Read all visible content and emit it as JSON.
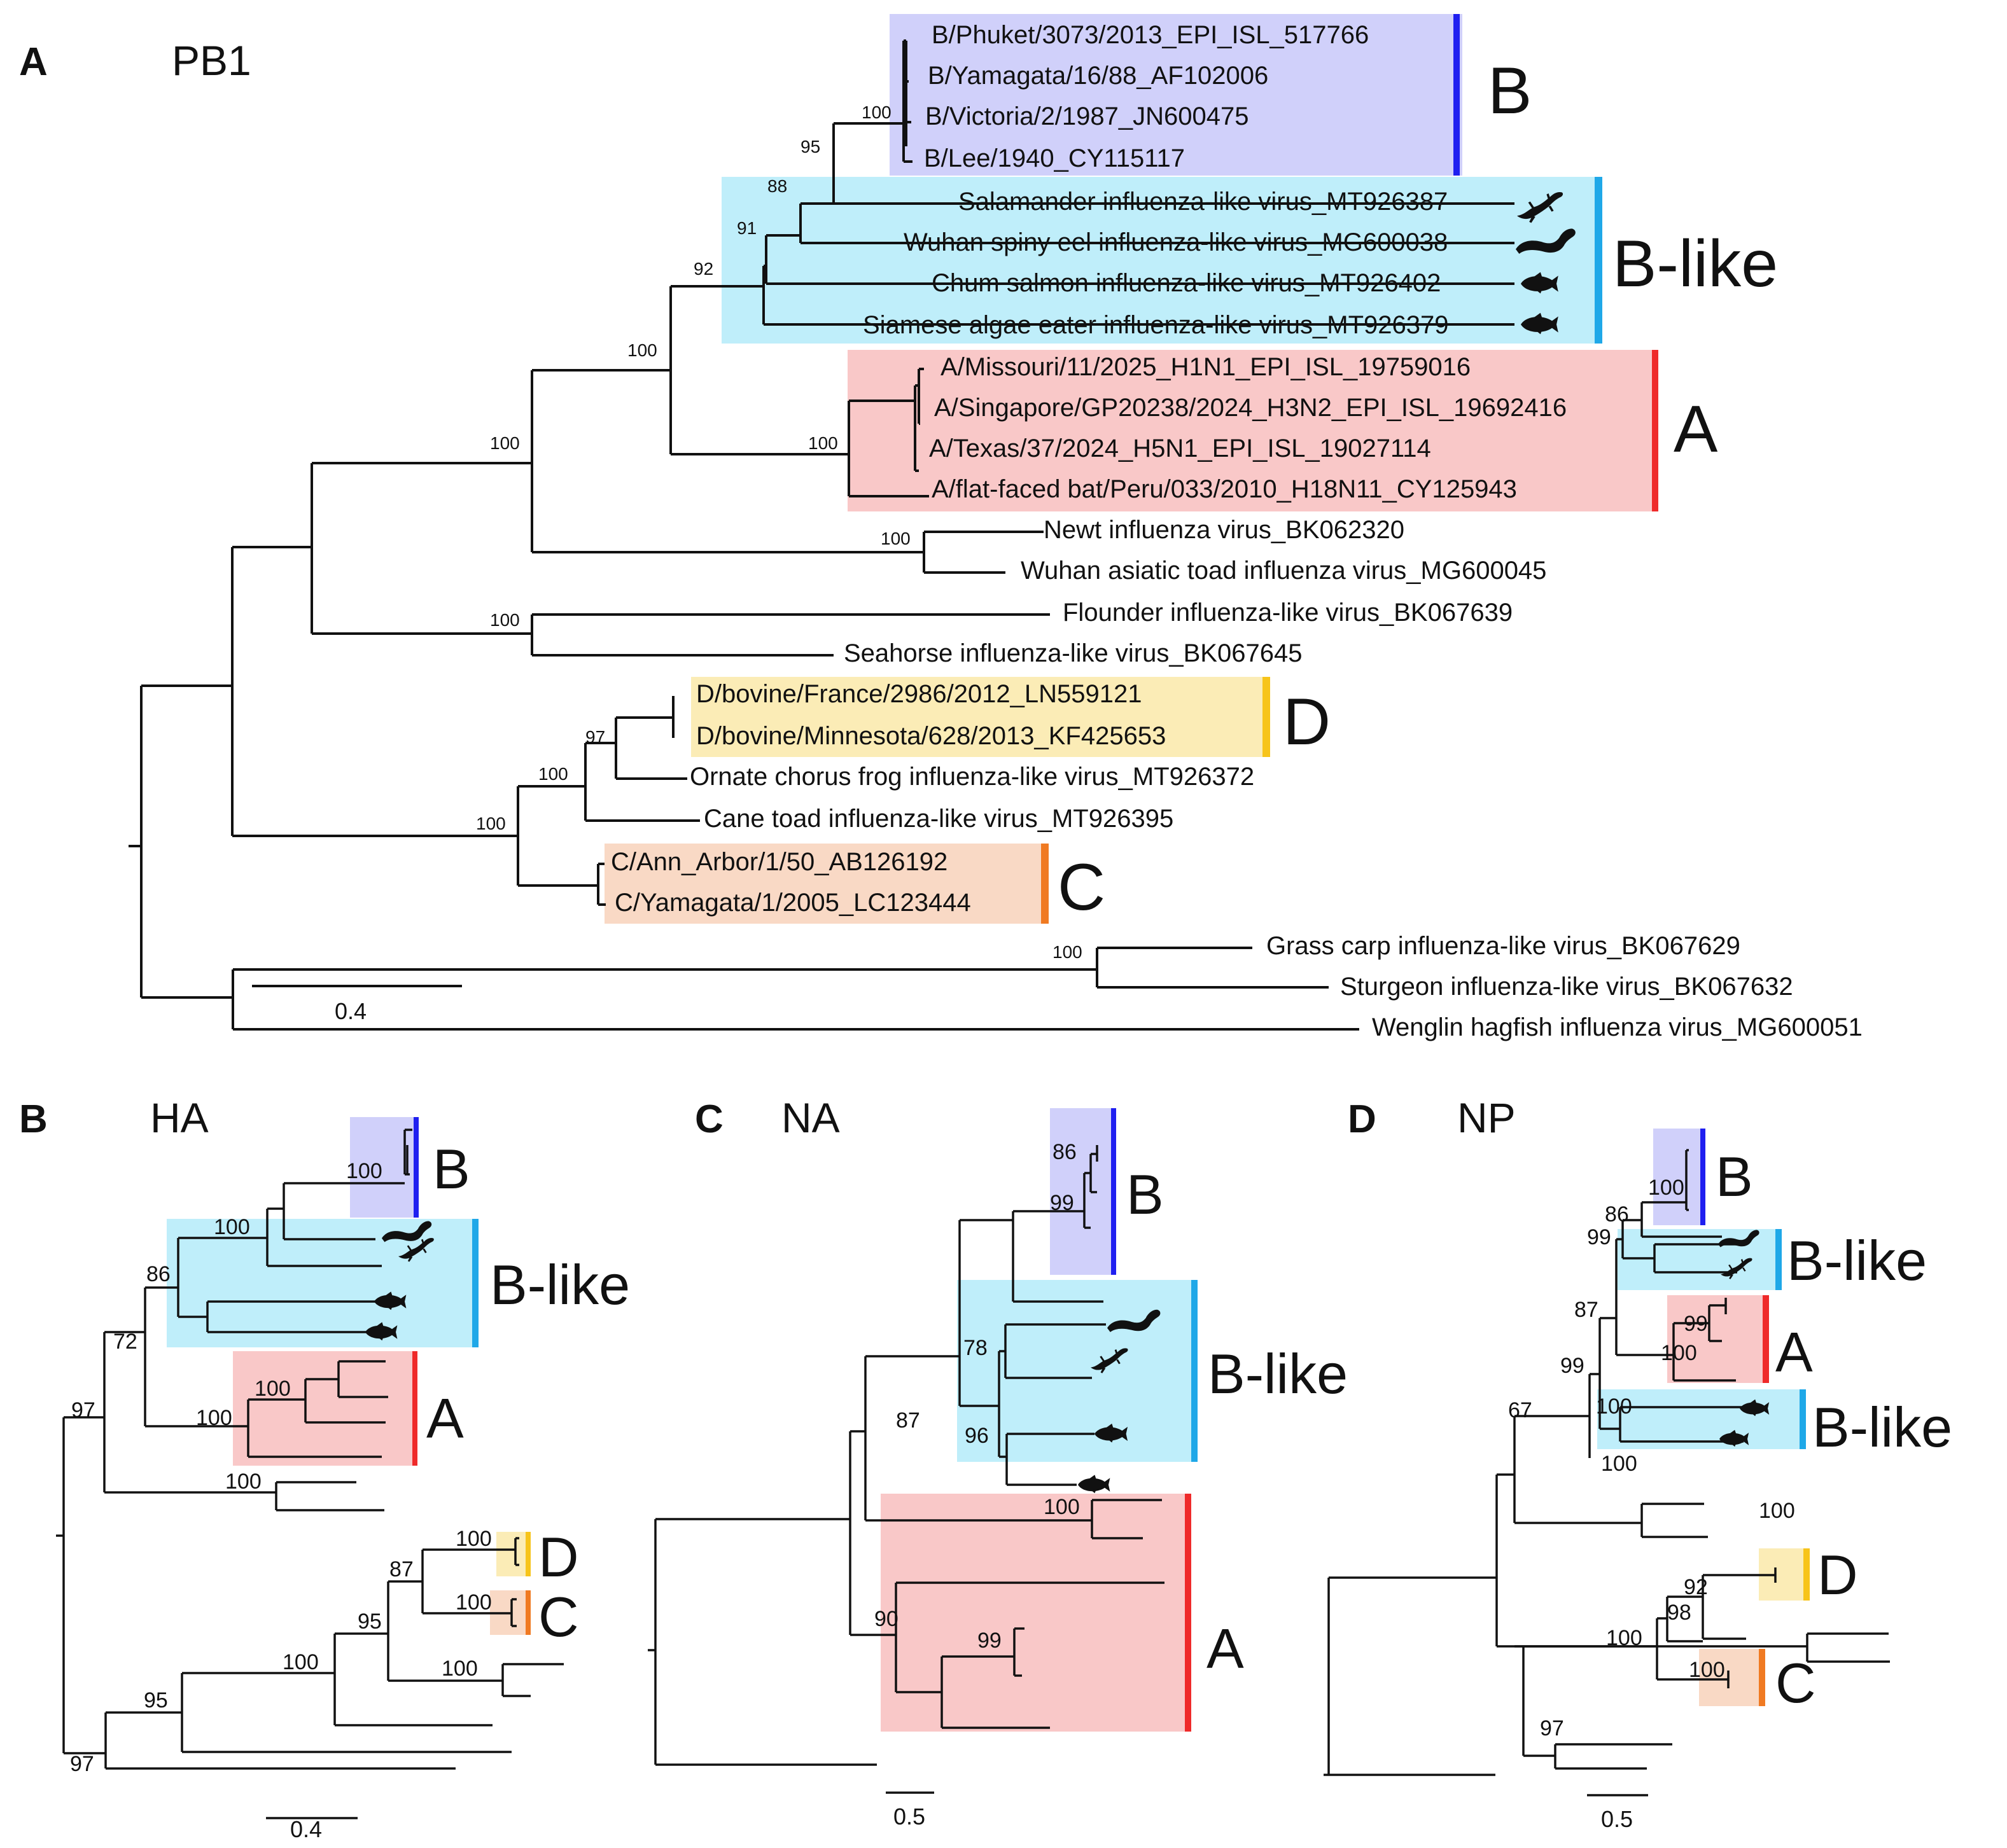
{
  "colors": {
    "B": {
      "fill": "#d0d0fa",
      "bar": "#1f1ff0"
    },
    "B-like": {
      "fill": "#bfeefa",
      "bar": "#1fa8e8"
    },
    "A": {
      "fill": "#f9c8c8",
      "bar": "#ef2a2a"
    },
    "D": {
      "fill": "#fbecb6",
      "bar": "#f7c41a"
    },
    "C": {
      "fill": "#f9d9c5",
      "bar": "#f07a22"
    }
  },
  "panels": {
    "A": {
      "letter": "A",
      "gene": "PB1",
      "scale": "0.4",
      "taxa": {
        "phuket": "B/Phuket/3073/2013_EPI_ISL_517766",
        "yamagata_b": "B/Yamagata/16/88_AF102006",
        "victoria": "B/Victoria/2/1987_JN600475",
        "lee": "B/Lee/1940_CY115117",
        "salamander": "Salamander influenza-like virus_MT926387",
        "eel": "Wuhan spiny eel influenza-like virus_MG600038",
        "salmon": "Chum salmon influenza-like virus_MT926402",
        "algae": "Siamese algae eater influenza-like virus_MT926379",
        "missouri": "A/Missouri/11/2025_H1N1_EPI_ISL_19759016",
        "singapore": "A/Singapore/GP20238/2024_H3N2_EPI_ISL_19692416",
        "texas": "A/Texas/37/2024_H5N1_EPI_ISL_19027114",
        "bat": "A/flat-faced bat/Peru/033/2010_H18N11_CY125943",
        "newt": "Newt influenza virus_BK062320",
        "toad": "Wuhan asiatic toad influenza virus_MG600045",
        "flounder": "Flounder influenza-like virus_BK067639",
        "seahorse": "Seahorse influenza-like virus_BK067645",
        "d_france": "D/bovine/France/2986/2012_LN559121",
        "d_minnesota": "D/bovine/Minnesota/628/2013_KF425653",
        "chorus": "Ornate chorus frog influenza-like virus_MT926372",
        "cane": "Cane toad influenza-like virus_MT926395",
        "c_ann": "C/Ann_Arbor/1/50_AB126192",
        "c_yamagata": "C/Yamagata/1/2005_LC123444",
        "grasscarp": "Grass carp influenza-like virus_BK067629",
        "sturgeon": "Sturgeon influenza-like virus_BK067632",
        "hagfish": "Wenglin hagfish influenza virus_MG600051"
      },
      "boot": {
        "b_clade": "100",
        "b_node": "95",
        "bl_88": "88",
        "bl_91": "91",
        "bl_92": "92",
        "ab": "100",
        "abnewt": "100",
        "a_clade": "100",
        "newt": "100",
        "flounder": "100",
        "d_node": "97",
        "chorus": "100",
        "dc": "100",
        "carp": "100"
      },
      "clades": {
        "B": "B",
        "Blike": "B-like",
        "A": "A",
        "D": "D",
        "C": "C"
      }
    },
    "B": {
      "letter": "B",
      "gene": "HA",
      "scale": "0.4",
      "boot": {
        "b": "100",
        "blike": "100",
        "n86": "86",
        "n72": "72",
        "n97a": "97",
        "a_in": "100",
        "a_out": "100",
        "pair1": "100",
        "d": "100",
        "c": "100",
        "n87": "87",
        "n95a": "95",
        "n100c": "100",
        "pair2": "100",
        "n95b": "95",
        "n97b": "97"
      },
      "clades": {
        "B": "B",
        "Blike": "B-like",
        "A": "A",
        "D": "D",
        "C": "C"
      }
    },
    "C": {
      "letter": "C",
      "gene": "NA",
      "scale": "0.5",
      "boot": {
        "b86": "86",
        "b99": "99",
        "n78": "78",
        "n96": "96",
        "n87": "87",
        "pair": "100",
        "n90": "90",
        "a99": "99"
      },
      "clades": {
        "B": "B",
        "Blike": "B-like",
        "A": "A"
      }
    },
    "D": {
      "letter": "D",
      "gene": "NP",
      "scale": "0.5",
      "boot": {
        "b": "100",
        "n86": "86",
        "n99a": "99",
        "n87": "87",
        "a99": "99",
        "a100": "100",
        "n99b": "99",
        "bl100": "100",
        "n67": "67",
        "pair1": "100",
        "pair2": "100",
        "d92": "92",
        "n98": "98",
        "n100": "100",
        "c100": "100",
        "n97": "97"
      },
      "clades": {
        "B": "B",
        "Blike1": "B-like",
        "A": "A",
        "Blike2": "B-like",
        "D": "D",
        "C": "C"
      }
    }
  }
}
